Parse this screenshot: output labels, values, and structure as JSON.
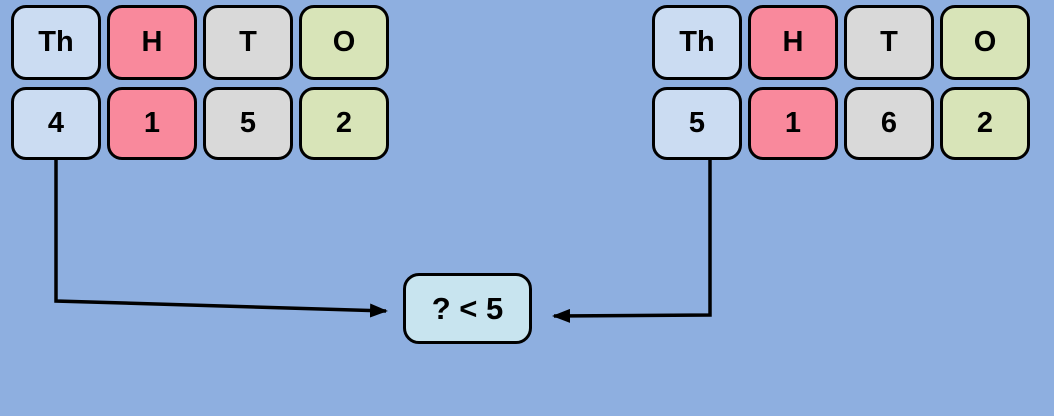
{
  "diagram": {
    "left_number": {
      "headers": [
        "Th",
        "H",
        "T",
        "O"
      ],
      "digits": [
        "4",
        "1",
        "5",
        "2"
      ]
    },
    "right_number": {
      "headers": [
        "Th",
        "H",
        "T",
        "O"
      ],
      "digits": [
        "5",
        "1",
        "6",
        "2"
      ]
    },
    "comparison": {
      "label": "? < 5"
    }
  },
  "colors": {
    "background": "#8EAFE0",
    "thousands": "#CBDCF2",
    "hundreds": "#F9899C",
    "tens": "#D9D9D9",
    "ones": "#D8E4B8",
    "comparison_box": "#C8E4EF",
    "outline": "#000000"
  }
}
